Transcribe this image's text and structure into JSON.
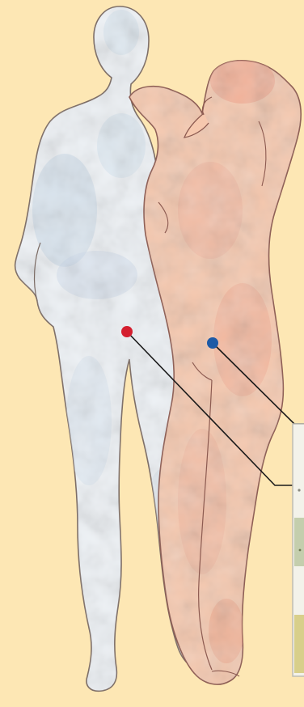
{
  "illustration": {
    "background_color": "#fde7b4",
    "figures": [
      {
        "name": "back-figure",
        "fill_color": "#eef2f6",
        "texture_color": "#c9d8e8",
        "outline_color": "#7a6a63"
      },
      {
        "name": "front-figure",
        "fill_color": "#f6c8ae",
        "texture_color": "#ee9f86",
        "outline_color": "#8c5a50"
      }
    ],
    "markers": [
      {
        "name": "red-marker",
        "color": "#d41e2e"
      },
      {
        "name": "blue-marker",
        "color": "#1d5aa6"
      }
    ],
    "leader_line_color": "#1a1a1a",
    "product_box": {
      "border_color": "#bfbdb3",
      "panel_color": "#f3f2ea",
      "bottom_band_color": "#d8cf8a"
    }
  }
}
